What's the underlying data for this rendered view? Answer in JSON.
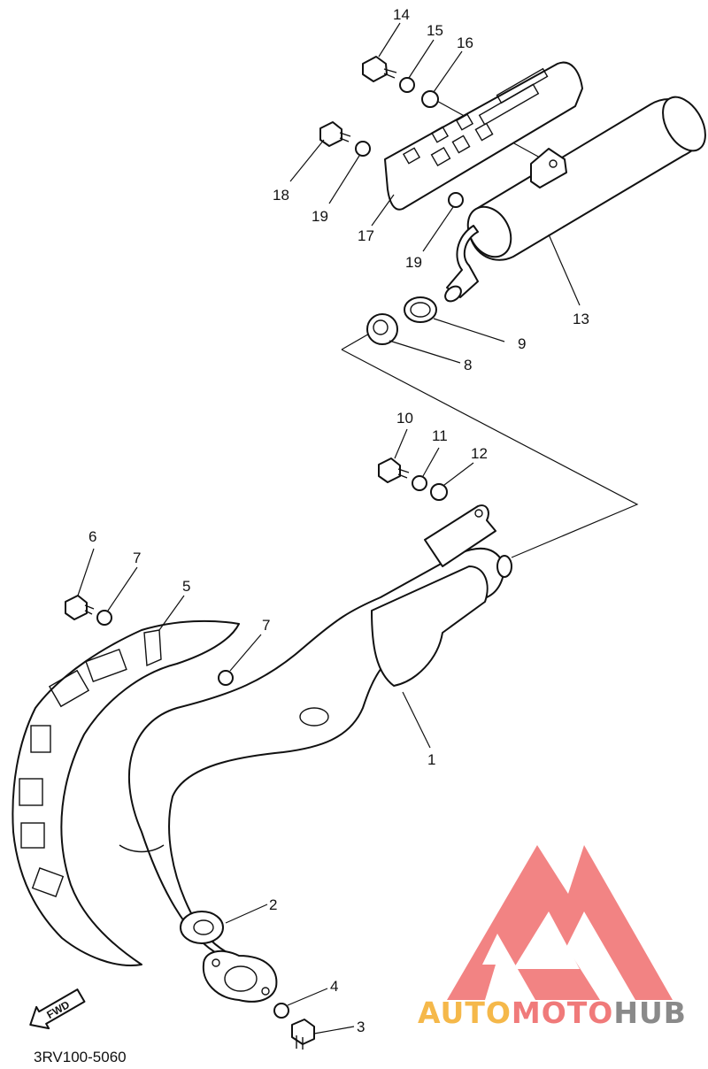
{
  "diagram": {
    "code": "3RV100-5060",
    "fwd_label": "FWD",
    "callouts": [
      {
        "id": "c1",
        "text": "1"
      },
      {
        "id": "c2",
        "text": "2"
      },
      {
        "id": "c3",
        "text": "3"
      },
      {
        "id": "c4",
        "text": "4"
      },
      {
        "id": "c5",
        "text": "5"
      },
      {
        "id": "c6",
        "text": "6"
      },
      {
        "id": "c7a",
        "text": "7"
      },
      {
        "id": "c7b",
        "text": "7"
      },
      {
        "id": "c8",
        "text": "8"
      },
      {
        "id": "c9",
        "text": "9"
      },
      {
        "id": "c10",
        "text": "10"
      },
      {
        "id": "c11",
        "text": "11"
      },
      {
        "id": "c12",
        "text": "12"
      },
      {
        "id": "c13",
        "text": "13"
      },
      {
        "id": "c14",
        "text": "14"
      },
      {
        "id": "c15",
        "text": "15"
      },
      {
        "id": "c16",
        "text": "16"
      },
      {
        "id": "c17",
        "text": "17"
      },
      {
        "id": "c18",
        "text": "18"
      },
      {
        "id": "c19a",
        "text": "19"
      },
      {
        "id": "c19b",
        "text": "19"
      }
    ]
  },
  "watermark": {
    "word1": "AUTO",
    "word2": "MOTO",
    "word3": "HUB",
    "color_auto": "#f5b84a",
    "color_moto": "#f07a7a",
    "color_hub": "#8a8a8a",
    "logo_color": "#f06e6e"
  }
}
